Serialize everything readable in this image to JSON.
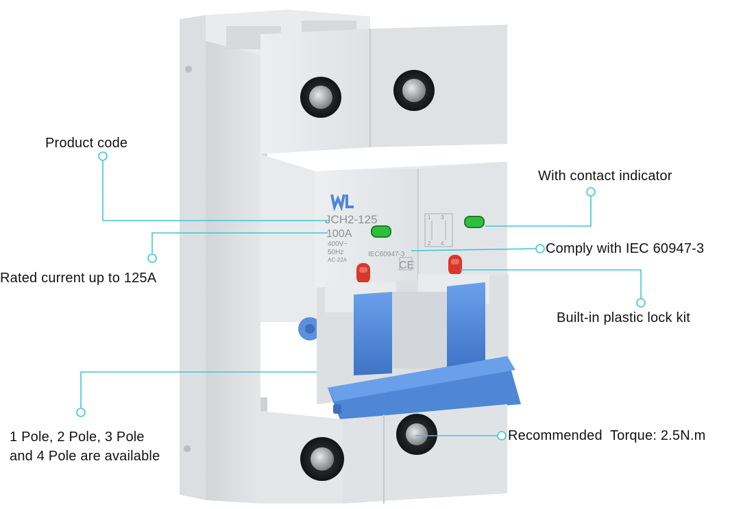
{
  "callouts": {
    "product_code": "Product code",
    "contact_indicator": "With contact indicator",
    "rated_current": "Rated current up to 125A",
    "iec_compliance": "Comply with IEC 60947-3",
    "plastic_lock": "Built-in plastic lock kit",
    "poles_line1": "1 Pole, 2 Pole, 3 Pole",
    "poles_line2": "and 4 Pole are available",
    "torque": "Recommended  Torque: 2.5N.m"
  },
  "device": {
    "model": "JCH2-125",
    "current": "100A",
    "voltage": "400V~",
    "frequency": "50Hz",
    "category": "AC-22A",
    "standard": "IEC60947-3",
    "mark": "CE",
    "terminal_1": "1",
    "terminal_3": "3",
    "terminal_2": "2",
    "terminal_4": "4"
  },
  "colors": {
    "leader": "#3fc6d8",
    "body": "#e6e8ea",
    "handle": "#4f86d6",
    "indicator": "#2fbf3f",
    "lock": "#d8372b"
  }
}
